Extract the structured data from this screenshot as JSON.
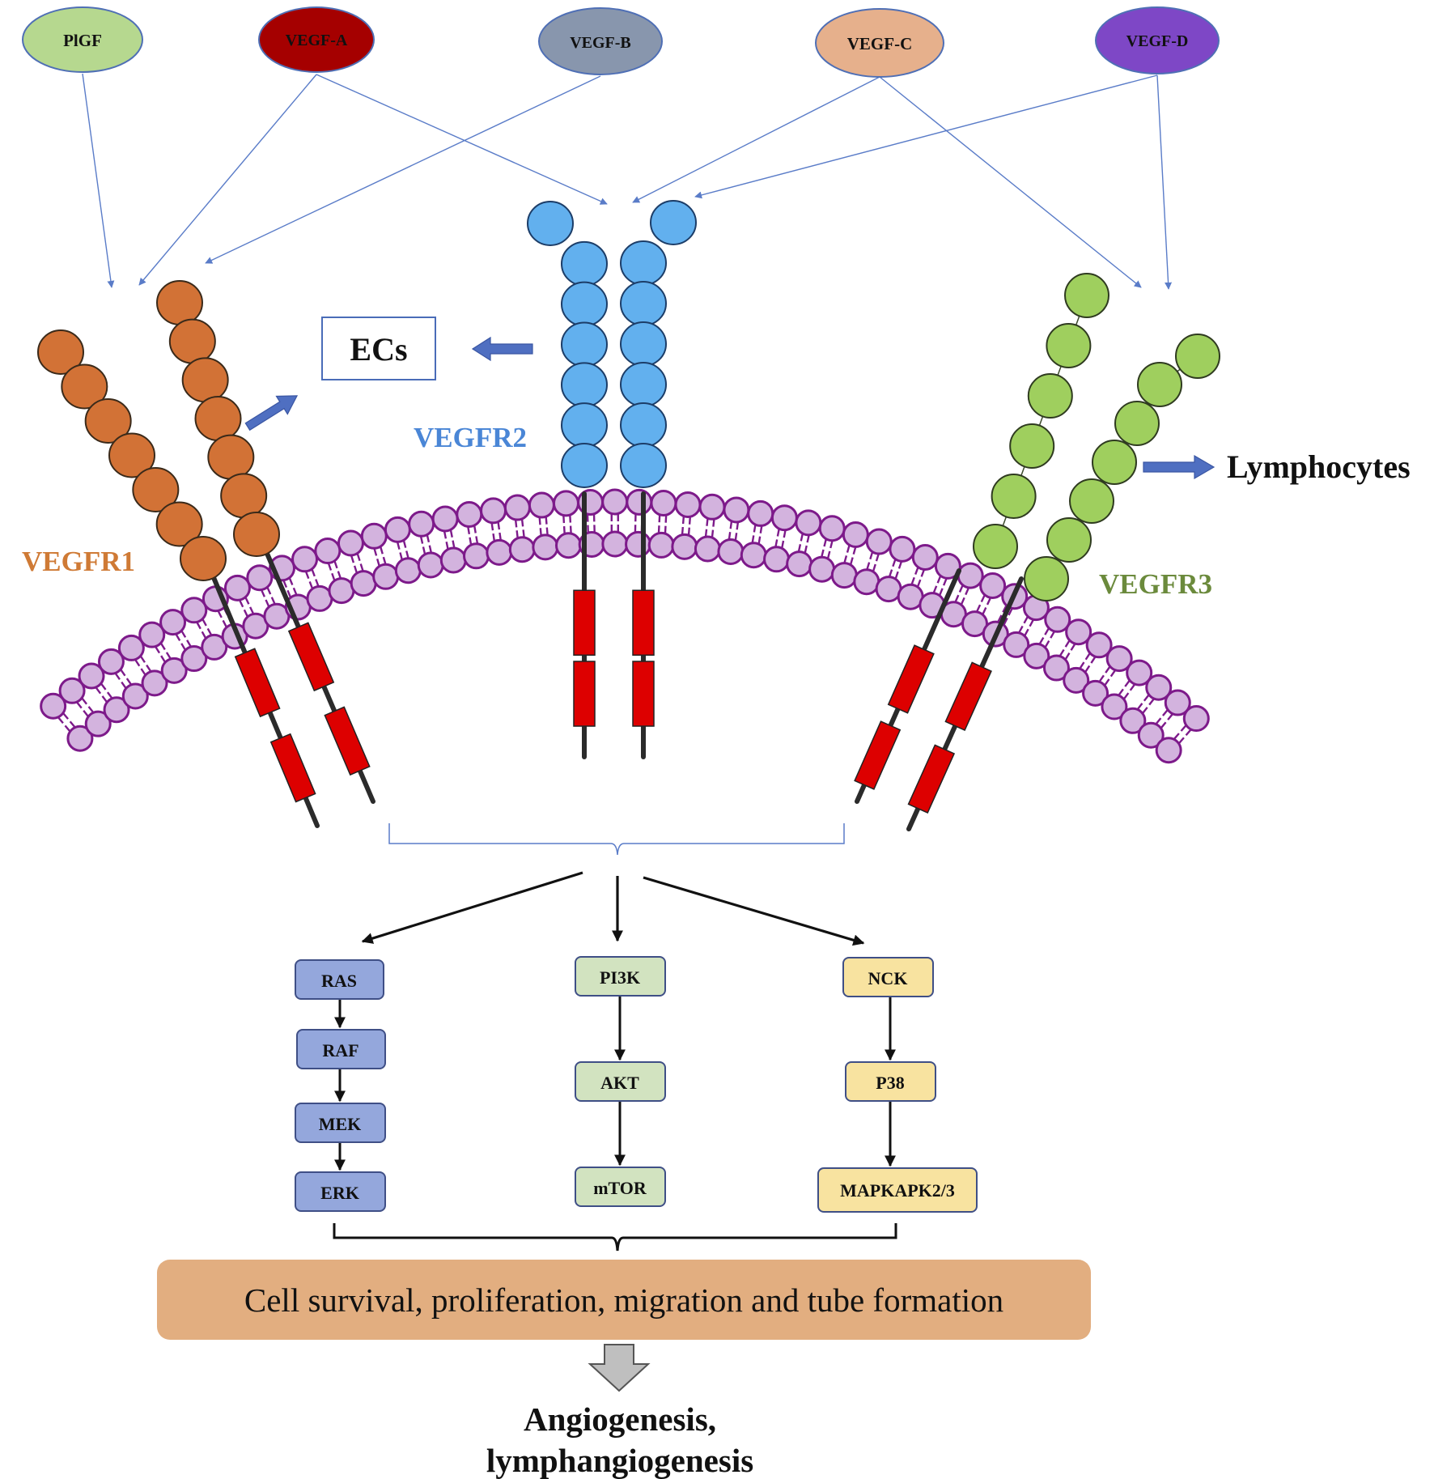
{
  "ligands": [
    {
      "label": "PlGF",
      "fill": "#b6d88f"
    },
    {
      "label": "VEGF-A",
      "fill": "#a50000"
    },
    {
      "label": "VEGF-B",
      "fill": "#8896ad"
    },
    {
      "label": "VEGF-C",
      "fill": "#e6b08c"
    },
    {
      "label": "VEGF-D",
      "fill": "#7e47c6"
    }
  ],
  "receptors": {
    "vegfr1": {
      "label": "VEGFR1",
      "color": "#cf7a35",
      "bead_fill": "#d27236"
    },
    "vegfr2": {
      "label": "VEGFR2",
      "color": "#4a86d6",
      "bead_fill": "#62b0ee"
    },
    "vegfr3": {
      "label": "VEGFR3",
      "color": "#6b8a3c",
      "bead_fill": "#9fcf5e"
    }
  },
  "targets": {
    "ecs": "ECs",
    "lymphocytes": "Lymphocytes"
  },
  "pathways": {
    "mapk": [
      "RAS",
      "RAF",
      "MEK",
      "ERK"
    ],
    "pi3k": [
      "PI3K",
      "AKT",
      "mTOR"
    ],
    "p38": [
      "NCK",
      "P38",
      "MAPKAPK2/3"
    ]
  },
  "outcome": {
    "box_text": "Cell survival, proliferation, migration and tube formation",
    "final_line1": "Angiogenesis,",
    "final_line2": "lymphangiogenesis"
  },
  "colors": {
    "membrane_head": "#d3b3de",
    "membrane_stroke": "#7d1a8a",
    "kinase": "#dd0000",
    "arrow_blue": "#4f6fc1",
    "thin_arrow": "#5a7cc8",
    "mapk_box": "#94a7dc",
    "pi3k_box": "#d2e3c0",
    "p38_box": "#f8e3a0",
    "outcome_box": "#e2ae80"
  }
}
